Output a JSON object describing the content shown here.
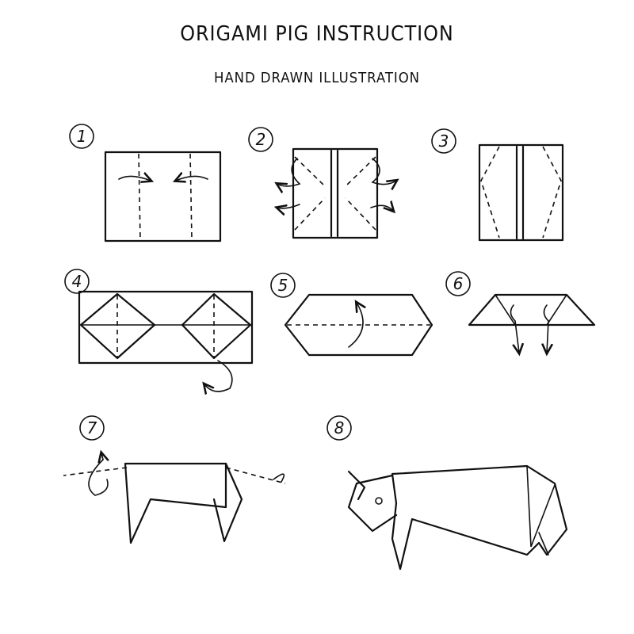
{
  "title": "ORIGAMI PIG INSTRUCTION",
  "subtitle": "HAND DRAWN ILLUSTRATION",
  "steps": [
    {
      "number": "1"
    },
    {
      "number": "2"
    },
    {
      "number": "3"
    },
    {
      "number": "4"
    },
    {
      "number": "5"
    },
    {
      "number": "6"
    },
    {
      "number": "7"
    },
    {
      "number": "8"
    }
  ],
  "colors": {
    "ink": "#111111",
    "background": "#ffffff"
  }
}
